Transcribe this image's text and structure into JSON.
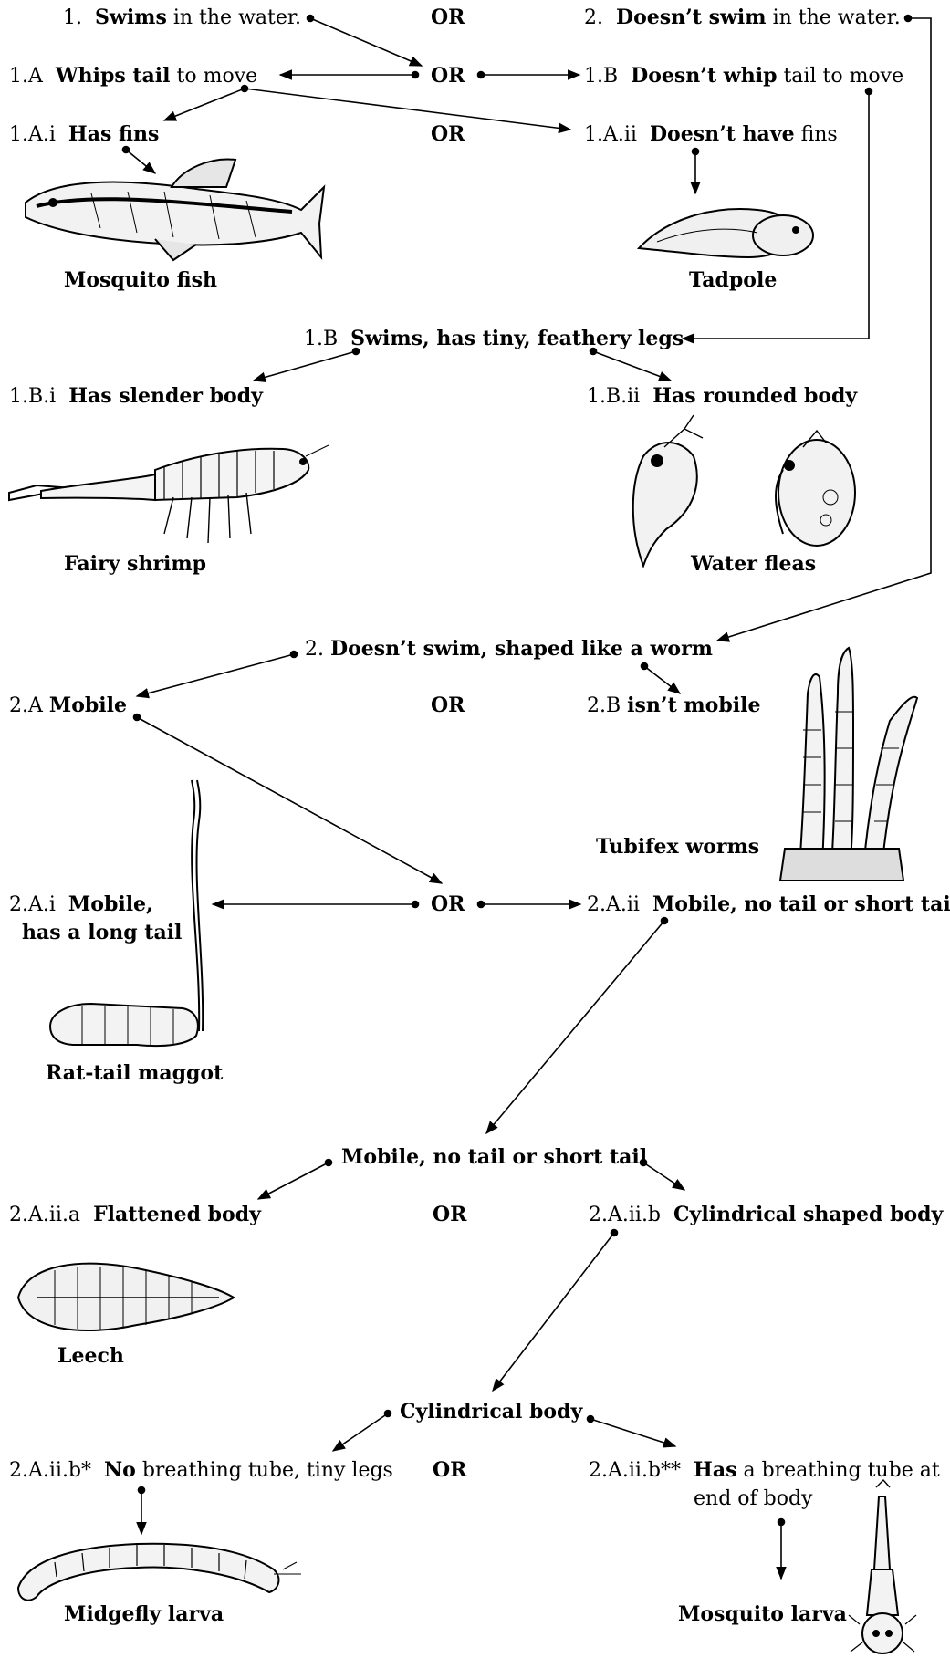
{
  "q1": {
    "num": "1.",
    "bold": "Swims",
    "rest": " in the water."
  },
  "q2": {
    "num": "2.",
    "bold": "Doesn’t swim",
    "rest": " in the water."
  },
  "or_top": "OR",
  "n1A": {
    "num": "1.A",
    "bold": "Whips tail",
    "rest": " to move"
  },
  "or_1A": "OR",
  "n1B": {
    "num": "1.B",
    "bold": "Doesn’t whip",
    "rest": " tail to move"
  },
  "n1Ai": {
    "num": "1.A.i",
    "bold": "Has fins"
  },
  "or_1Ai": "OR",
  "n1Aii": {
    "num": "1.A.ii",
    "bold": "Doesn’t have",
    "rest": " fins"
  },
  "cap_fish": "Mosquito fish",
  "cap_tadpole": "Tadpole",
  "n1B_head": {
    "num": "1.B",
    "bold": "Swims, has tiny, feathery legs"
  },
  "n1Bi": {
    "num": "1.B.i",
    "bold": "Has slender body"
  },
  "n1Bii": {
    "num": "1.B.ii",
    "bold": "Has rounded body"
  },
  "cap_shrimp": "Fairy shrimp",
  "cap_fleas": "Water fleas",
  "n2_head": {
    "num": "2.",
    "bold": "Doesn’t swim, shaped like a worm"
  },
  "n2A": {
    "num": "2.A",
    "bold": "Mobile"
  },
  "or_2A": "OR",
  "n2B": {
    "num": "2.B",
    "bold": "isn’t mobile"
  },
  "cap_tubifex": "Tubifex worms",
  "n2Ai": {
    "num": "2.A.i",
    "bold1": "Mobile,",
    "bold2": "has a long tail"
  },
  "or_2Ai": "OR",
  "n2Aii": {
    "num": "2.A.ii",
    "bold": "Mobile, no tail or short tail"
  },
  "cap_maggot": "Rat-tail maggot",
  "mob_head": "Mobile, no tail or short tail",
  "n2Aiia": {
    "num": "2.A.ii.a",
    "bold": "Flattened body"
  },
  "or_2Aiia": "OR",
  "n2Aiib": {
    "num": "2.A.ii.b",
    "bold": "Cylindrical shaped body"
  },
  "cap_leech": "Leech",
  "cyl_head": "Cylindrical body",
  "n2Aiib1": {
    "num": "2.A.ii.b*",
    "bold": "No",
    "rest": " breathing tube, tiny legs"
  },
  "or_2Aiib": "OR",
  "n2Aiib2": {
    "num": "2.A.ii.b**",
    "bold": "Has",
    "rest1": " a breathing tube at",
    "rest2": "end of body"
  },
  "cap_midge": "Midgefly larva",
  "cap_mosquito": "Mosquito larva"
}
